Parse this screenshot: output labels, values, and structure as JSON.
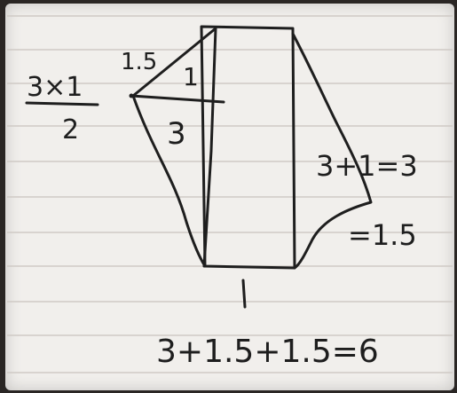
{
  "image": {
    "notes": {
      "small_top": "1.5",
      "left_fraction_numerator": "3×1",
      "left_fraction_denominator": "2",
      "triangle_top": "1",
      "triangle_bottom": "3",
      "right_calc": "3+1=3",
      "right_result": "=1.5",
      "bottom_width": "1",
      "total": "3+1.5+1.5=6"
    },
    "colors": {
      "ink": "#1e1e1e",
      "paper": "#f1efec",
      "rule_line": "#cfcac5",
      "frame": "#2a2624"
    }
  }
}
